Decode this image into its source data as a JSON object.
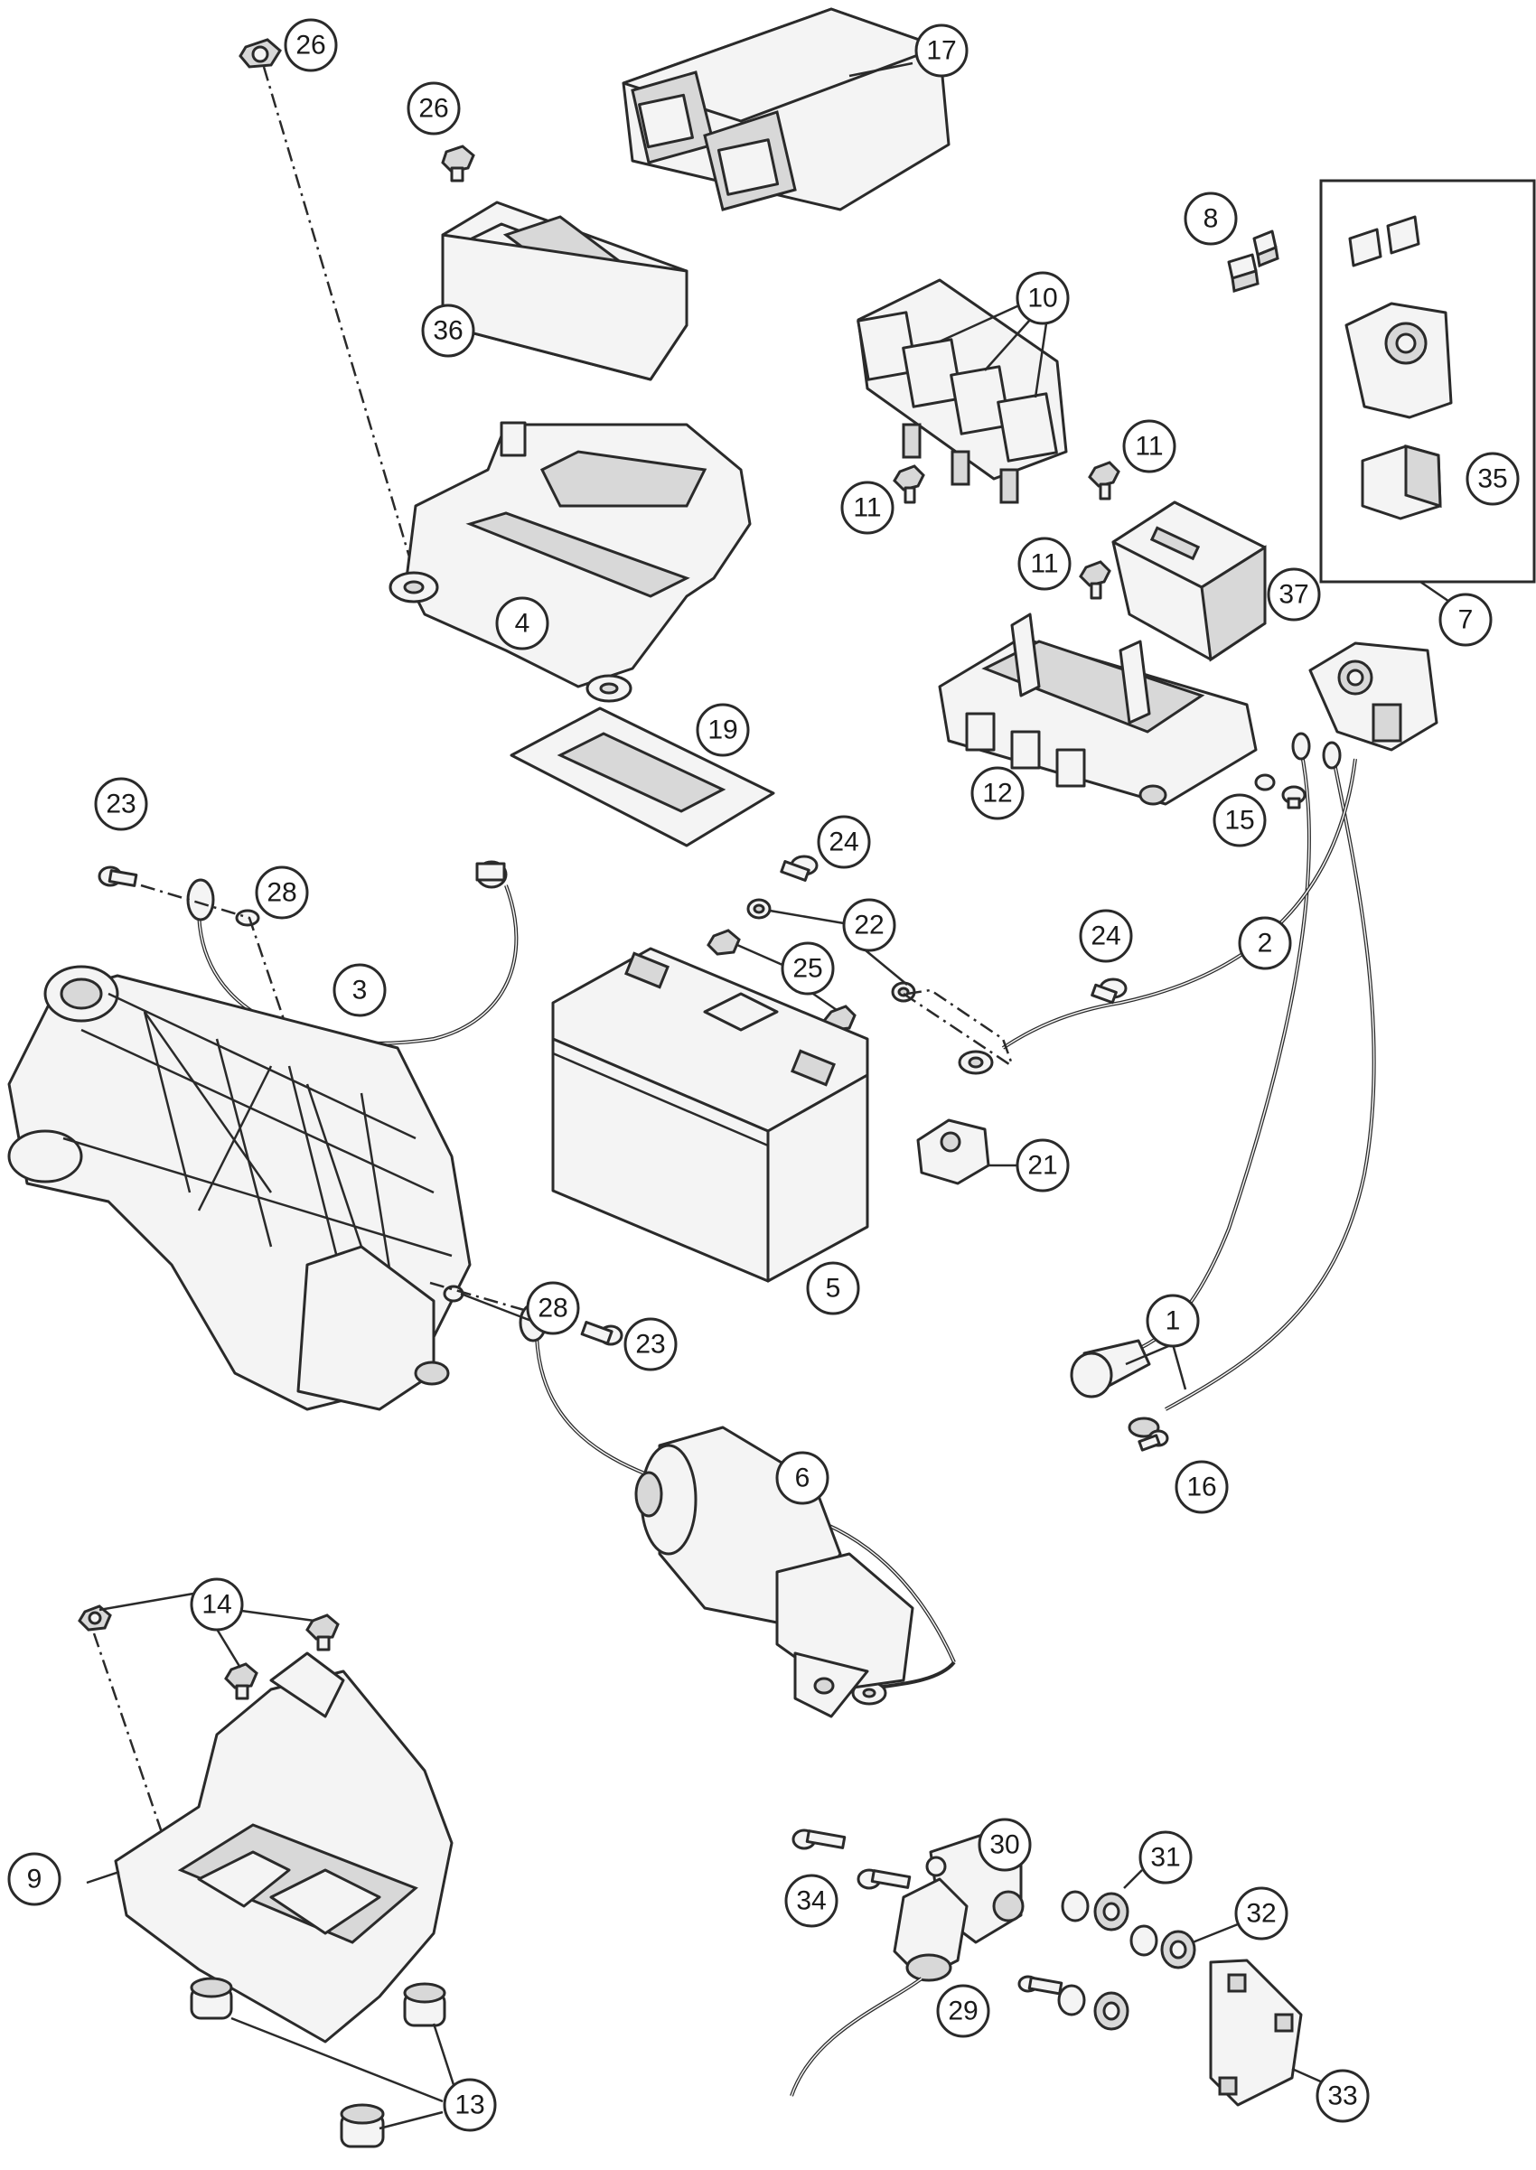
{
  "callouts": [
    {
      "id": "c26a",
      "label": "26"
    },
    {
      "id": "c26b",
      "label": "26"
    },
    {
      "id": "c17",
      "label": "17"
    },
    {
      "id": "c36",
      "label": "36"
    },
    {
      "id": "c8",
      "label": "8"
    },
    {
      "id": "c10",
      "label": "10"
    },
    {
      "id": "c11a",
      "label": "11"
    },
    {
      "id": "c11b",
      "label": "11"
    },
    {
      "id": "c11c",
      "label": "11"
    },
    {
      "id": "c35",
      "label": "35"
    },
    {
      "id": "c37",
      "label": "37"
    },
    {
      "id": "c7",
      "label": "7"
    },
    {
      "id": "c4",
      "label": "4"
    },
    {
      "id": "c19",
      "label": "19"
    },
    {
      "id": "c12",
      "label": "12"
    },
    {
      "id": "c15",
      "label": "15"
    },
    {
      "id": "c23a",
      "label": "23"
    },
    {
      "id": "c28a",
      "label": "28"
    },
    {
      "id": "c24a",
      "label": "24"
    },
    {
      "id": "c22",
      "label": "22"
    },
    {
      "id": "c25",
      "label": "25"
    },
    {
      "id": "c24b",
      "label": "24"
    },
    {
      "id": "c2",
      "label": "2"
    },
    {
      "id": "c3",
      "label": "3"
    },
    {
      "id": "c21",
      "label": "21"
    },
    {
      "id": "c5",
      "label": "5"
    },
    {
      "id": "c1",
      "label": "1"
    },
    {
      "id": "c16",
      "label": "16"
    },
    {
      "id": "c28b",
      "label": "28"
    },
    {
      "id": "c23b",
      "label": "23"
    },
    {
      "id": "c6",
      "label": "6"
    },
    {
      "id": "c14",
      "label": "14"
    },
    {
      "id": "c9",
      "label": "9"
    },
    {
      "id": "c13",
      "label": "13"
    },
    {
      "id": "c30",
      "label": "30"
    },
    {
      "id": "c34",
      "label": "34"
    },
    {
      "id": "c31",
      "label": "31"
    },
    {
      "id": "c32",
      "label": "32"
    },
    {
      "id": "c29",
      "label": "29"
    },
    {
      "id": "c33",
      "label": "33"
    }
  ]
}
